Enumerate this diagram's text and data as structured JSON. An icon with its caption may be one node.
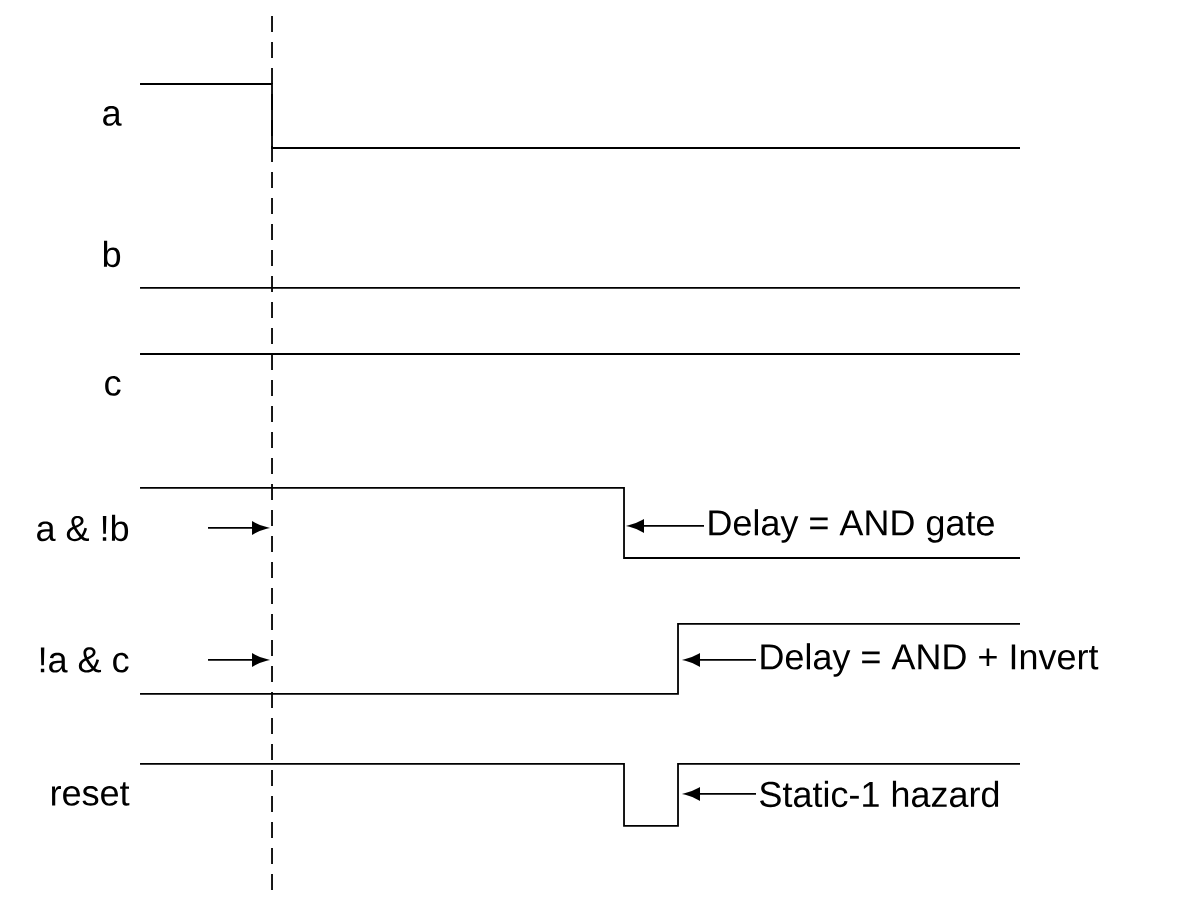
{
  "diagram": {
    "nodes": [
      {
        "text": [
          "Delay = AND gate"
        ]
      },
      {
        "text": [
          "Delay = AND + Invert"
        ]
      },
      {
        "text": [
          "Static-1 hazard"
        ]
      }
    ],
    "edges": [
      {
        "from": 0,
        "to": null,
        "arrow": "to"
      },
      {
        "from": 1,
        "to": null,
        "arrow": "to"
      },
      {
        "from": 2,
        "to": null,
        "arrow": "to"
      }
    ],
    "labels": [
      "a",
      "b",
      "c",
      "a & !b",
      "!a & c",
      "reset"
    ]
  }
}
